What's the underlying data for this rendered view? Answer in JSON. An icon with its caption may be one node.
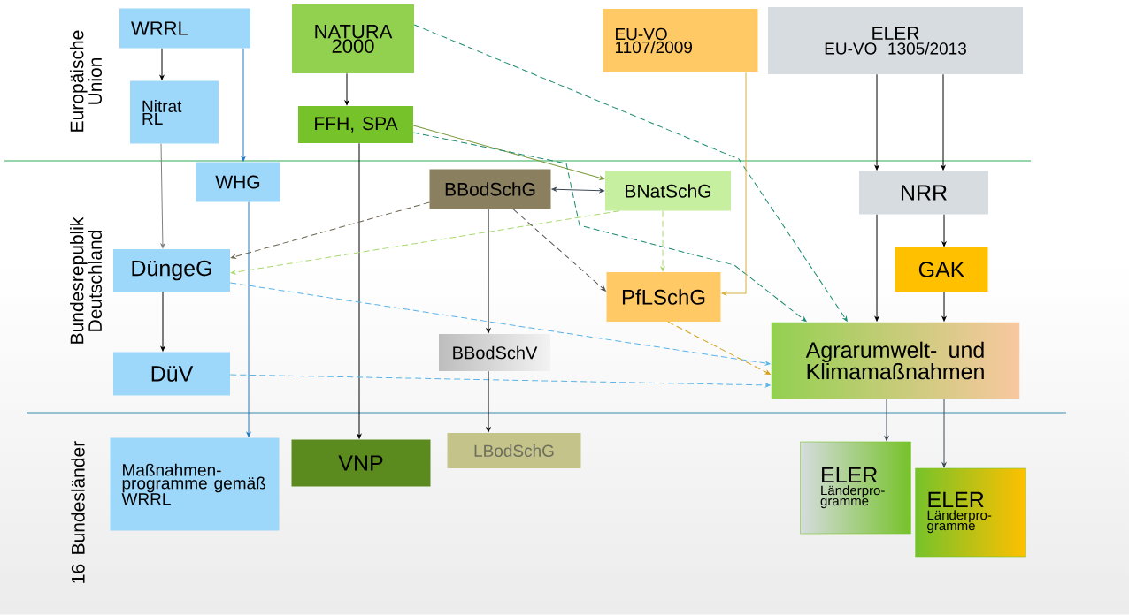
{
  "diagram": {
    "nodes": [
      {
        "text": [
          "WRRL"
        ]
      },
      {
        "text": [
          "Nitrat RL"
        ]
      },
      {
        "text": [
          "NATURA 2000"
        ]
      },
      {
        "text": [
          "FFH, SPA"
        ]
      },
      {
        "text": [
          "EU-VO 1107/2009"
        ]
      },
      {
        "text": [
          "ELER",
          "EU-VO 1305/2013"
        ]
      },
      {
        "text": [
          "WHG"
        ]
      },
      {
        "text": [
          "BBodSchG"
        ]
      },
      {
        "text": [
          "BNatSchG"
        ]
      },
      {
        "text": [
          "NRR"
        ]
      },
      {
        "text": [
          "DüngeG"
        ]
      },
      {
        "text": [
          "GAK"
        ]
      },
      {
        "text": [
          "PfLSchG"
        ]
      },
      {
        "text": [
          "BBodSchV"
        ]
      },
      {
        "text": [
          "Agrarumwelt- und Klimamaßnahmen"
        ]
      },
      {
        "text": [
          "DüV"
        ]
      },
      {
        "text": [
          "Maßnahmen-programme gemäß WRRL"
        ]
      },
      {
        "text": [
          "VNP"
        ]
      },
      {
        "text": [
          "LBodSchG"
        ]
      },
      {
        "text": [
          "ELER",
          "Länderpro-gramme"
        ]
      },
      {
        "text": [
          "ELER",
          "Länderpro-gramme"
        ]
      }
    ],
    "edges": [
      {
        "from": 0,
        "to": 1,
        "arrow": "to"
      },
      {
        "from": 0,
        "to": 6,
        "arrow": "to",
        "color": "#1f78c0"
      },
      {
        "from": 2,
        "to": 3,
        "arrow": "to"
      },
      {
        "from": 2,
        "to": 14,
        "arrow": "to",
        "style": "dashed",
        "color": "#1a8a70"
      },
      {
        "from": 3,
        "to": 8,
        "arrow": "to",
        "color": "#7a9a3a"
      },
      {
        "from": 3,
        "to": 14,
        "arrow": "to",
        "style": "dashed",
        "color": "#1a8a70"
      },
      {
        "from": 3,
        "to": 17,
        "arrow": "to"
      },
      {
        "from": 4,
        "to": 12,
        "arrow": "to",
        "color": "#d4b040"
      },
      {
        "from": 5,
        "to": 9,
        "arrow": "to"
      },
      {
        "from": 5,
        "to": 9,
        "arrow": "to"
      },
      {
        "from": 1,
        "to": 10,
        "arrow": "to",
        "color": "#808080"
      },
      {
        "from": 6,
        "to": 16,
        "arrow": "to",
        "color": "#1f78c0"
      },
      {
        "from": 7,
        "to": 8,
        "arrow": "both",
        "color": "#3d4a55"
      },
      {
        "from": 7,
        "to": 10,
        "arrow": "to",
        "style": "dashed",
        "color": "#6b6550"
      },
      {
        "from": 8,
        "to": 10,
        "arrow": "to",
        "style": "dashed",
        "color": "#a8d870"
      },
      {
        "from": 7,
        "to": 13,
        "arrow": "to"
      },
      {
        "from": 7,
        "to": 12,
        "arrow": "to",
        "style": "dashed",
        "color": "#555555"
      },
      {
        "from": 8,
        "to": 12,
        "arrow": "to",
        "style": "dashed",
        "color": "#a8d870"
      },
      {
        "from": 9,
        "to": 14,
        "arrow": "to"
      },
      {
        "from": 9,
        "to": 11,
        "arrow": "to"
      },
      {
        "from": 11,
        "to": 14,
        "arrow": "to"
      },
      {
        "from": 10,
        "to": 14,
        "arrow": "to",
        "style": "dashed",
        "color": "#5ab4e8"
      },
      {
        "from": 15,
        "to": 14,
        "arrow": "to",
        "style": "dashed",
        "color": "#5ab4e8"
      },
      {
        "from": 12,
        "to": 14,
        "arrow": "to",
        "style": "dashed",
        "color": "#d4a017"
      },
      {
        "from": 10,
        "to": 15,
        "arrow": "to"
      },
      {
        "from": 13,
        "to": 18,
        "arrow": "to"
      },
      {
        "from": 14,
        "to": 19,
        "arrow": "to",
        "color": "#3d4a55"
      },
      {
        "from": 14,
        "to": 20,
        "arrow": "to",
        "color": "#3d4a55"
      }
    ],
    "labels": [
      "Europäische Union",
      "Bundesrepublik Deutschland",
      "16 Bundesländer"
    ]
  }
}
